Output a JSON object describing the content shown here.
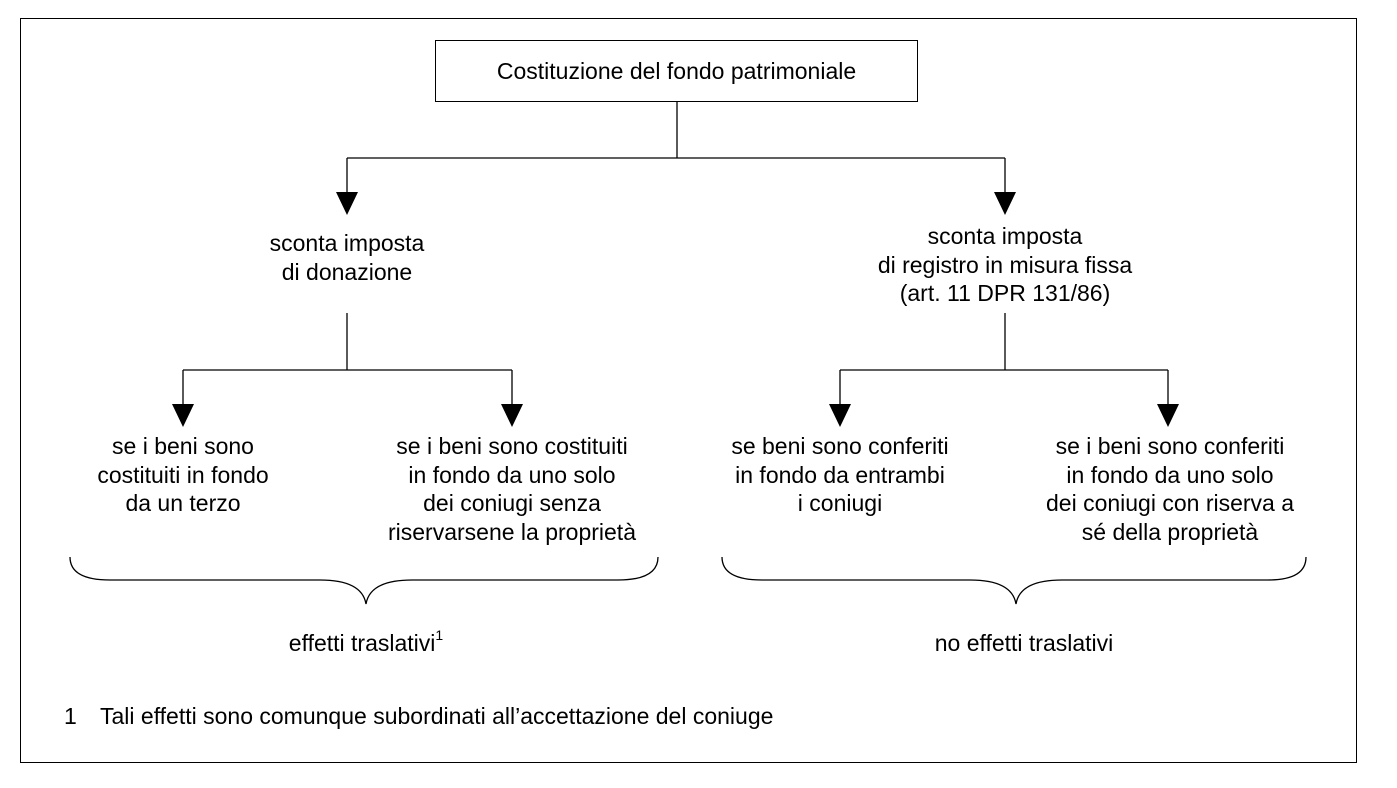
{
  "root": {
    "label": "Costituzione del fondo patrimoniale"
  },
  "branches": {
    "left": {
      "lines": [
        "sconta imposta",
        "di donazione"
      ],
      "children": [
        {
          "lines": [
            "se i beni sono",
            "costituiti in fondo",
            "da un terzo"
          ]
        },
        {
          "lines": [
            "se i beni sono costituiti",
            "in fondo da uno solo",
            "dei coniugi senza",
            "riservarsene la proprietà"
          ]
        }
      ],
      "group_label": "effetti traslativi",
      "footnote_marker": "1"
    },
    "right": {
      "lines": [
        "sconta imposta",
        "di registro in misura fissa",
        "(art. 11 DPR 131/86)"
      ],
      "children": [
        {
          "lines": [
            "se beni sono conferiti",
            "in fondo da entrambi",
            "i coniugi"
          ]
        },
        {
          "lines": [
            "se i beni sono conferiti",
            "in fondo da uno solo",
            "dei coniugi con riserva a",
            "sé della proprietà"
          ]
        }
      ],
      "group_label": "no effetti traslativi"
    }
  },
  "footnote": {
    "number": "1",
    "text": "Tali effetti sono comunque subordinati all’accettazione del coniuge"
  }
}
